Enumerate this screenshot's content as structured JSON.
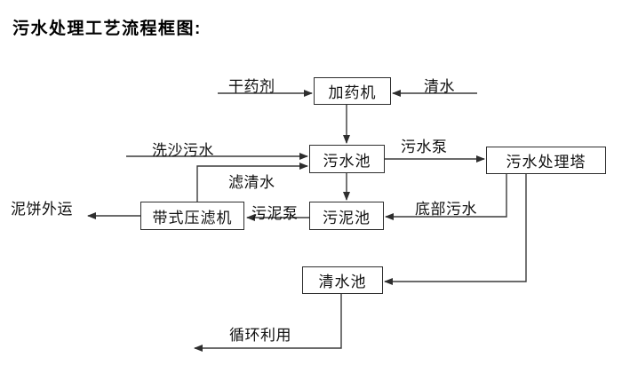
{
  "title": "污水处理工艺流程框图:",
  "colors": {
    "background": "#ffffff",
    "line": "#3a3a3a",
    "box_border": "#2e2e2e",
    "text": "#111111"
  },
  "diagram": {
    "nodes": [
      {
        "id": "dosing-machine",
        "label": "加药机"
      },
      {
        "id": "sewage-pool",
        "label": "污水池"
      },
      {
        "id": "treatment-tower",
        "label": "污水处理塔"
      },
      {
        "id": "belt-filter-press",
        "label": "带式压滤机"
      },
      {
        "id": "sludge-pool",
        "label": "污泥池"
      },
      {
        "id": "clear-water-pool",
        "label": "清水池"
      }
    ],
    "edges": [
      {
        "label": "干药剂",
        "from": "external",
        "to": "dosing-machine"
      },
      {
        "label": "清水",
        "from": "external",
        "to": "dosing-machine"
      },
      {
        "label": "",
        "from": "dosing-machine",
        "to": "sewage-pool"
      },
      {
        "label": "洗沙污水",
        "from": "external",
        "to": "sewage-pool"
      },
      {
        "label": "滤清水",
        "from": "belt-filter-press",
        "to": "sewage-pool"
      },
      {
        "label": "污水泵",
        "from": "sewage-pool",
        "to": "treatment-tower"
      },
      {
        "label": "",
        "from": "sewage-pool",
        "to": "sludge-pool"
      },
      {
        "label": "污泥泵",
        "from": "sludge-pool",
        "to": "belt-filter-press"
      },
      {
        "label": "泥饼外运",
        "from": "belt-filter-press",
        "to": "external"
      },
      {
        "label": "底部污水",
        "from": "treatment-tower",
        "to": "sludge-pool"
      },
      {
        "label": "",
        "from": "treatment-tower",
        "to": "clear-water-pool"
      },
      {
        "label": "循环利用",
        "from": "clear-water-pool",
        "to": "external"
      }
    ]
  }
}
